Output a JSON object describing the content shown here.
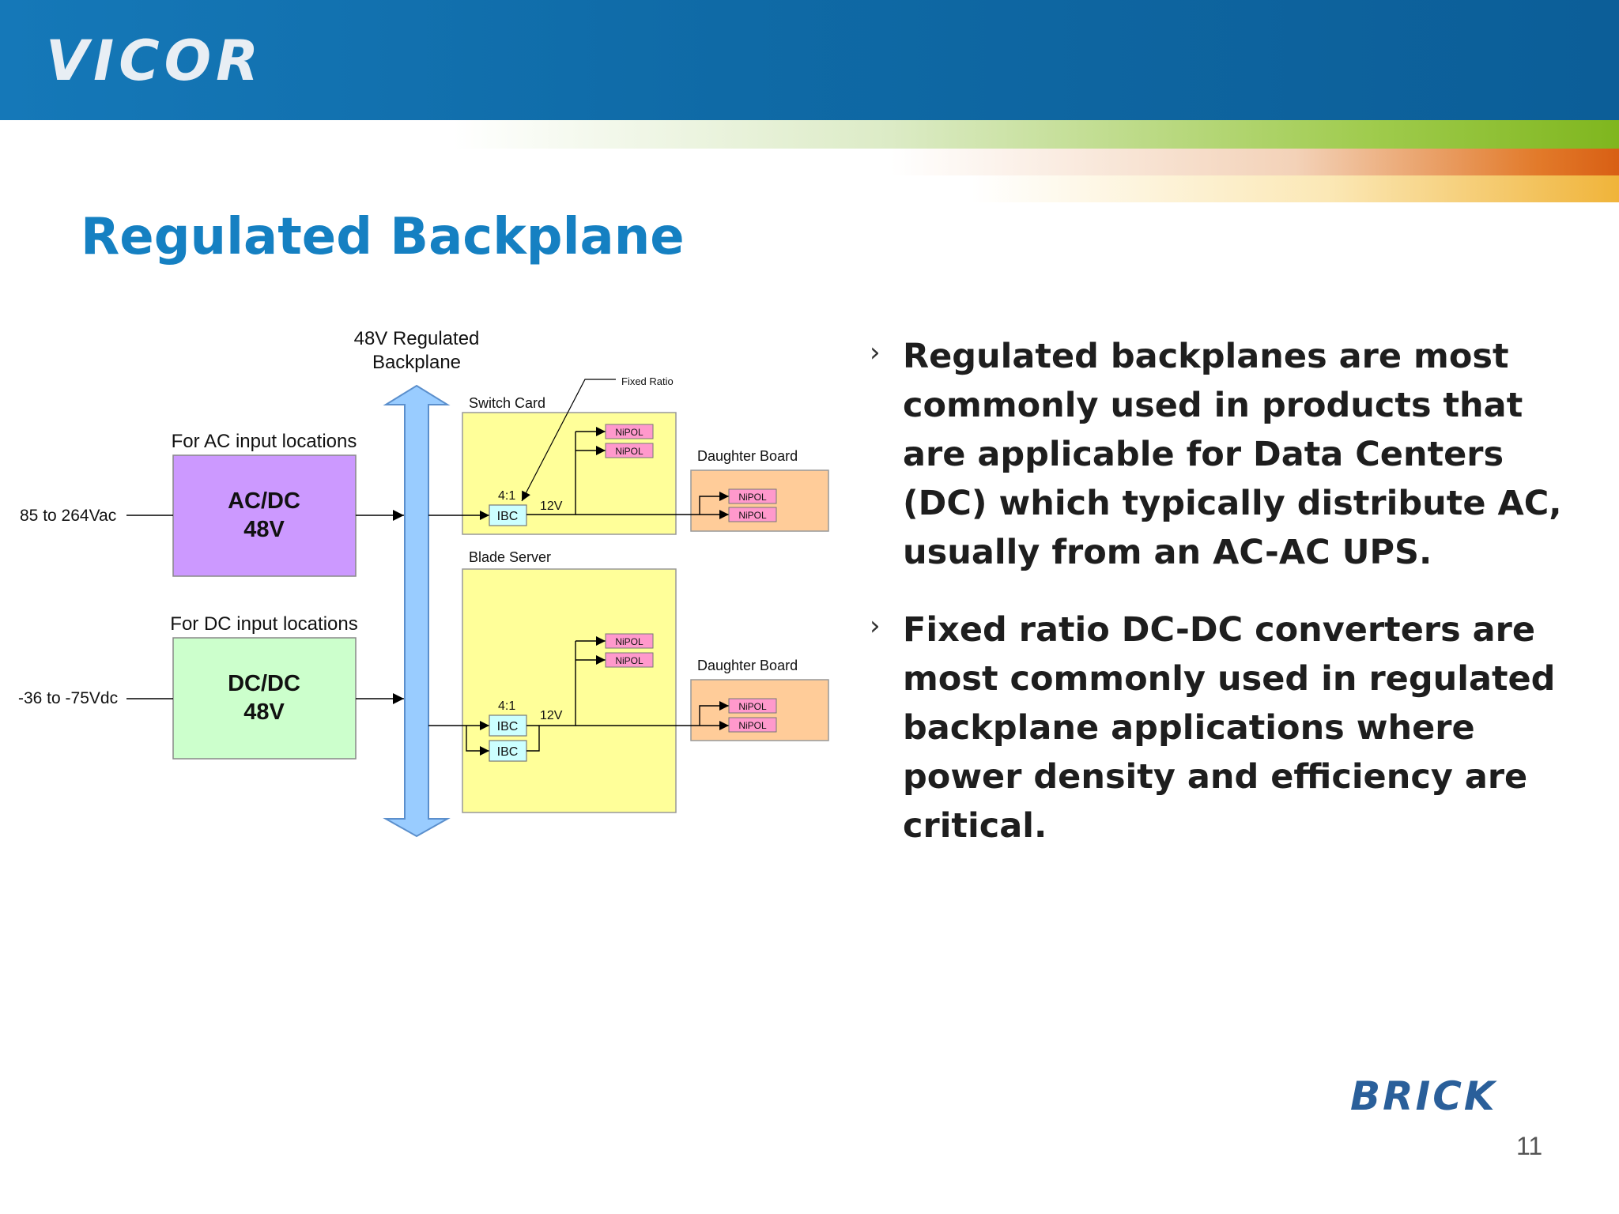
{
  "header": {
    "logo_text": "VICOR",
    "brand_color": "#0f6aa6"
  },
  "slide": {
    "title": "Regulated Backplane",
    "title_color": "#1580c2",
    "page_number": "11",
    "footer_logo_text": "BRICK"
  },
  "diagram": {
    "backplane_label_line1": "48V Regulated",
    "backplane_label_line2": "Backplane",
    "ac_group_label": "For AC input locations",
    "ac_input": "85 to 264Vac",
    "acdc_line1": "AC/DC",
    "acdc_line2": "48V",
    "dc_group_label": "For DC input locations",
    "dc_input": "-36 to -75Vdc",
    "dcdc_line1": "DC/DC",
    "dcdc_line2": "48V",
    "switch_card_label": "Switch Card",
    "blade_server_label": "Blade Server",
    "fixed_ratio_label": "Fixed Ratio",
    "daughter_board_top_label": "Daughter Board",
    "daughter_board_bottom_label": "Daughter Board",
    "ratio_top": "4:1",
    "ratio_bottom": "4:1",
    "ibc_label": "IBC",
    "v12_top": "12V",
    "v12_bottom": "12V",
    "nipol_label": "NiPOL",
    "colors": {
      "acdc_fill": "#cc99ff",
      "dcdc_fill": "#ccffcc",
      "card_fill": "#ffff99",
      "daughter_fill": "#ffcc99",
      "nipol_fill": "#ff99cc",
      "ibc_fill": "#ccffff",
      "backplane_fill": "#99ccff"
    }
  },
  "bullets": [
    "Regulated backplanes are most commonly used in products that are applicable for Data Centers (DC) which typically distribute AC, usually from an AC-AC UPS.",
    "Fixed ratio DC-DC converters are most commonly used in regulated backplane applications where power density and efficiency are critical."
  ],
  "bullet_marker": "›"
}
